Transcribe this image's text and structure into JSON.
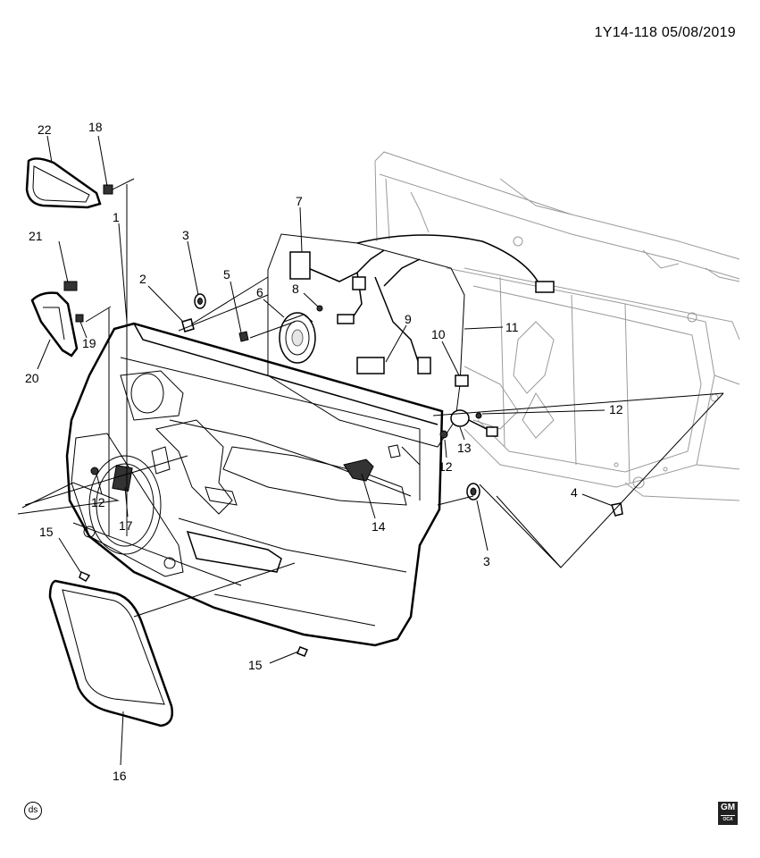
{
  "header": {
    "code": "1Y14-118 05/08/2019"
  },
  "badges": {
    "ds": "ds",
    "gm": "GM",
    "gm_sub": "OCA"
  },
  "callouts": {
    "c1": "1",
    "c2": "2",
    "c3a": "3",
    "c3b": "3",
    "c4": "4",
    "c5": "5",
    "c6": "6",
    "c7": "7",
    "c8": "8",
    "c9": "9",
    "c10": "10",
    "c11": "11",
    "c12a": "12",
    "c12b": "12",
    "c12c": "12",
    "c13": "13",
    "c14": "14",
    "c15a": "15",
    "c15b": "15",
    "c16": "16",
    "c17": "17",
    "c18": "18",
    "c19": "19",
    "c20": "20",
    "c21": "21",
    "c22": "22"
  }
}
